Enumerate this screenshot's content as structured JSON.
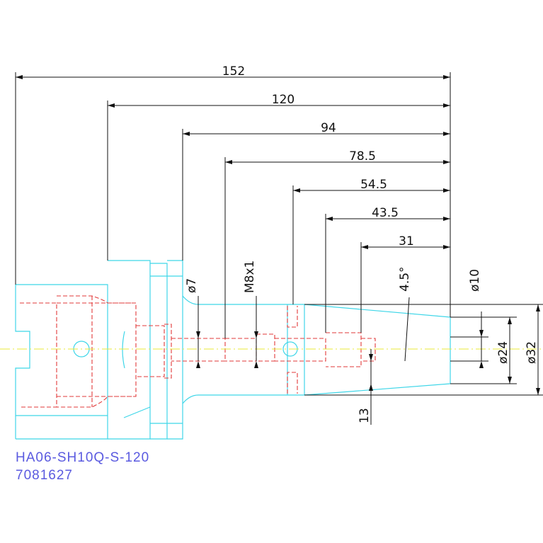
{
  "dimensions": {
    "d152": "152",
    "d120": "120",
    "d94": "94",
    "d78_5": "78.5",
    "d54_5": "54.5",
    "d43_5": "43.5",
    "d31": "31",
    "dia7": "ø7",
    "m8x1": "M8x1",
    "angle": "4.5°",
    "dia10": "ø10",
    "dia24": "ø24",
    "dia32": "ø32",
    "d13": "13"
  },
  "title_block": {
    "part_number": "HA06-SH10Q-S-120",
    "order_number": "7081627"
  },
  "colors": {
    "outline": "#3fd6e8",
    "hidden": "#e23a3a",
    "dimension": "#111111",
    "centerline": "#e8e83a",
    "title": "#5a5ae0"
  }
}
